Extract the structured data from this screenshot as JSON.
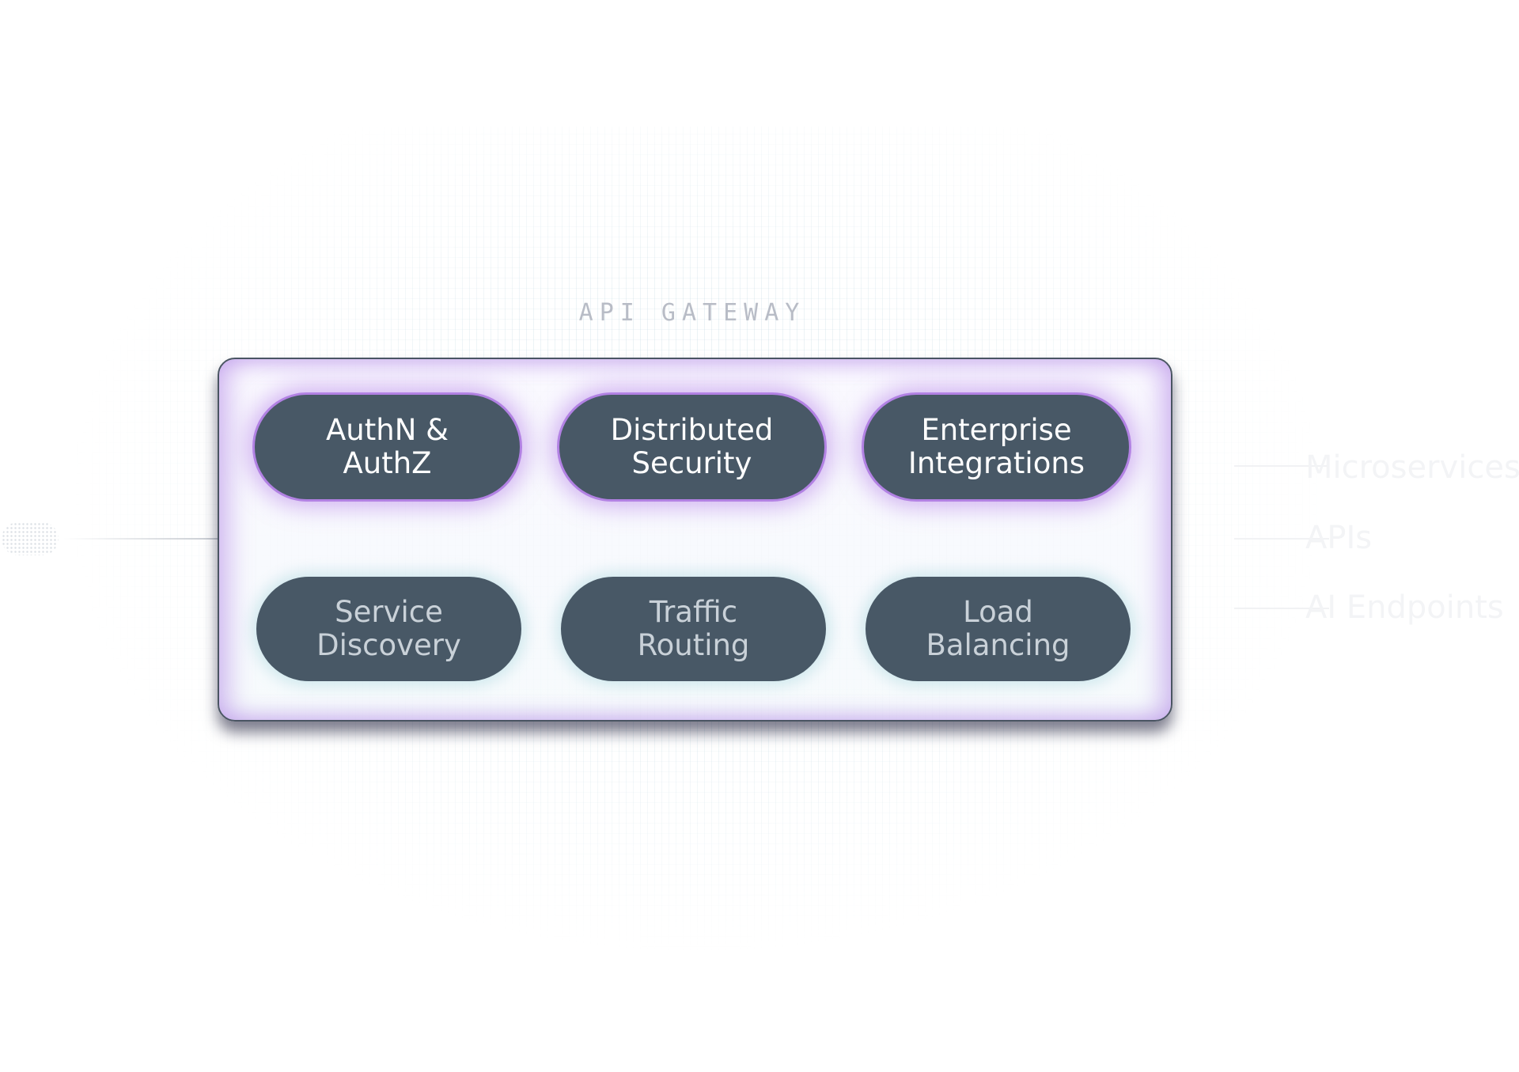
{
  "diagram": {
    "title": "API GATEWAY",
    "accent_color": "#a064dc",
    "pill_color": "#485866",
    "top_row": [
      {
        "label": "AuthN &\nAuthZ"
      },
      {
        "label": "Distributed\nSecurity"
      },
      {
        "label": "Enterprise\nIntegrations"
      }
    ],
    "bottom_row": [
      {
        "label": "Service\nDiscovery"
      },
      {
        "label": "Traffic\nRouting"
      },
      {
        "label": "Load\nBalancing"
      }
    ],
    "left_source_icon": "cloud-icon",
    "targets": [
      "Microservices",
      "APIs",
      "AI Endpoints"
    ]
  }
}
